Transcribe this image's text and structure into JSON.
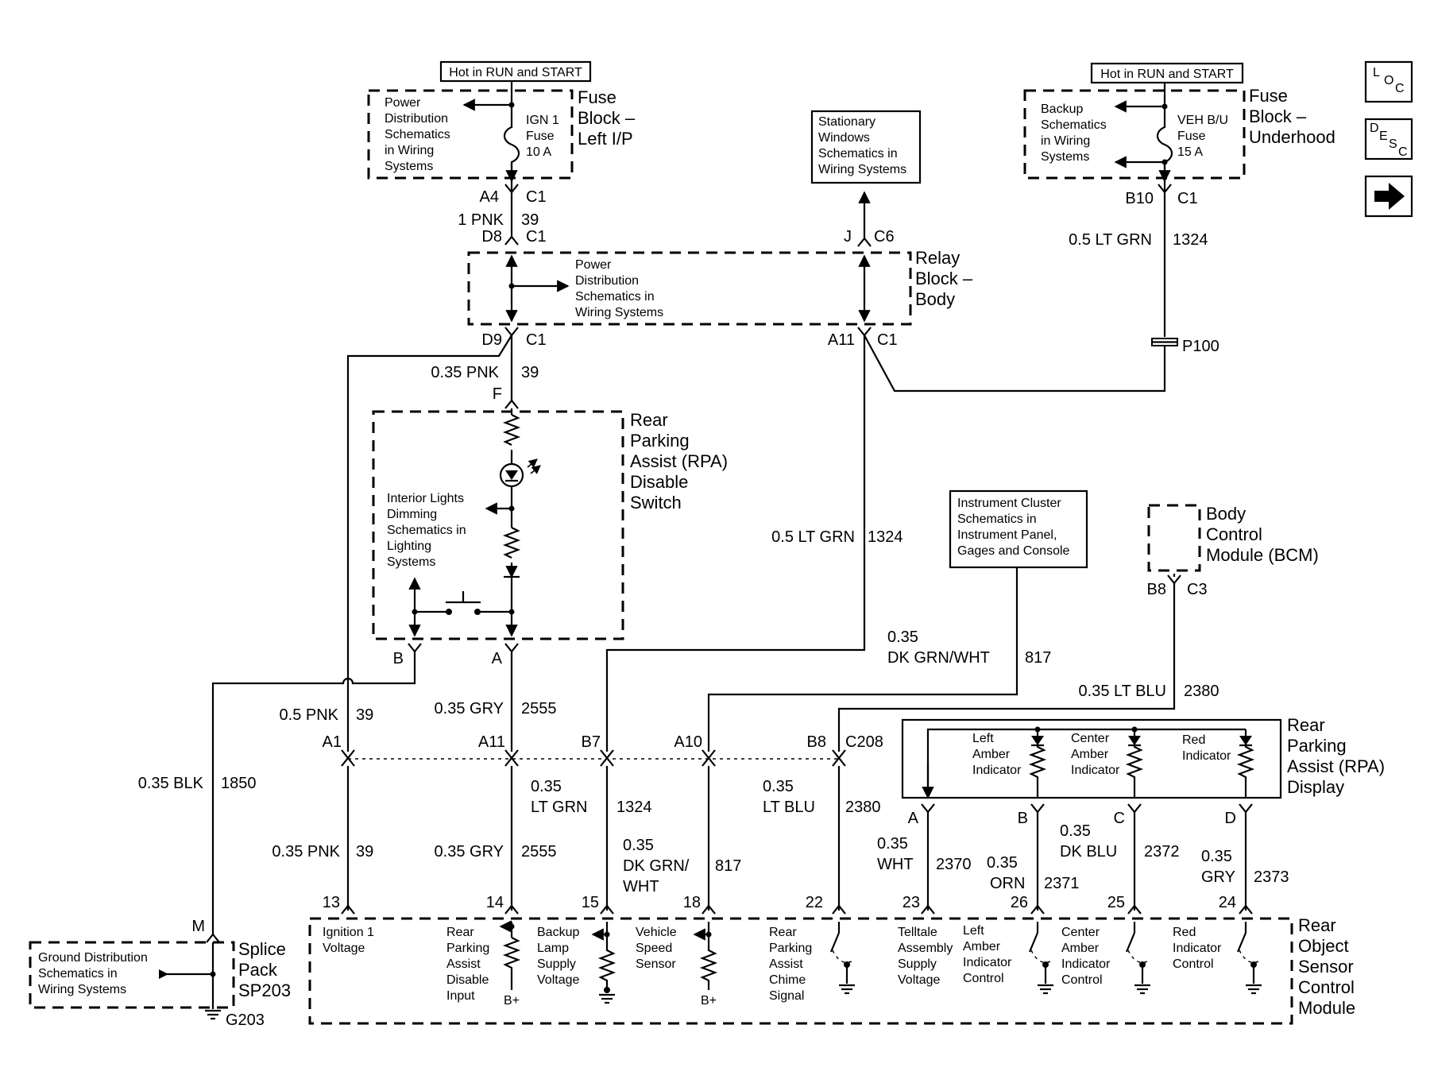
{
  "labels": {
    "hot1": "Hot in RUN and START",
    "hot2": "Hot in RUN and START",
    "fuse_lip_title": [
      "Fuse",
      "Block –",
      "Left I/P"
    ],
    "fuse_uh_title": [
      "Fuse",
      "Block –",
      "Underhood"
    ],
    "relay_title": [
      "Relay",
      "Block –",
      "Body"
    ],
    "rpa_switch_title": [
      "Rear",
      "Parking",
      "Assist (RPA)",
      "Disable",
      "Switch"
    ],
    "bcm_title": [
      "Body",
      "Control",
      "Module (BCM)"
    ],
    "rpa_display_title": [
      "Rear",
      "Parking",
      "Assist (RPA)",
      "Display"
    ],
    "rosm_title": [
      "Rear",
      "Object",
      "Sensor",
      "Control",
      "Module"
    ],
    "splice_title": [
      "Splice",
      "Pack",
      "SP203"
    ],
    "g203": "G203",
    "p100": "P100",
    "c208": "C208"
  },
  "refs": {
    "pd1": [
      "Power",
      "Distribution",
      "Schematics",
      "in Wiring",
      "Systems"
    ],
    "ign_fuse": [
      "IGN 1",
      "Fuse",
      "10 A"
    ],
    "backup": [
      "Backup",
      "Schematics",
      "in Wiring",
      "Systems"
    ],
    "veh_fuse": [
      "VEH B/U",
      "Fuse",
      "15 A"
    ],
    "stationary": [
      "Stationary",
      "Windows",
      "Schematics in",
      "Wiring Systems"
    ],
    "pd_relay": [
      "Power",
      "Distribution",
      "Schematics in",
      "Wiring Systems"
    ],
    "interior": [
      "Interior Lights",
      "Dimming",
      "Schematics in",
      "Lighting",
      "Systems"
    ],
    "cluster": [
      "Instrument Cluster",
      "Schematics in",
      "Instrument Panel,",
      "Gages and Console"
    ],
    "ground": [
      "Ground Distribution",
      "Schematics in",
      "Wiring Systems"
    ]
  },
  "display_indicators": [
    [
      "Left",
      "Amber",
      "Indicator"
    ],
    [
      "Center",
      "Amber",
      "Indicator"
    ],
    [
      "Red",
      "Indicator"
    ]
  ],
  "module_pins": {
    "p13": [
      "Ignition 1",
      "Voltage"
    ],
    "p14": [
      "Rear",
      "Parking",
      "Assist",
      "Disable",
      "Input"
    ],
    "p15": [
      "Backup",
      "Lamp",
      "Supply",
      "Voltage"
    ],
    "p18": [
      "Vehicle",
      "Speed",
      "Sensor"
    ],
    "p22": [
      "Rear",
      "Parking",
      "Assist",
      "Chime",
      "Signal"
    ],
    "p23": [
      "Telltale",
      "Assembly",
      "Supply",
      "Voltage"
    ],
    "p26": [
      "Left",
      "Amber",
      "Indicator",
      "Control"
    ],
    "p25": [
      "Center",
      "Amber",
      "Indicator",
      "Control"
    ],
    "p24": [
      "Red",
      "Indicator",
      "Control"
    ],
    "bplus": "B+"
  },
  "connectors": {
    "a4": "A4",
    "c1a": "C1",
    "d8": "D8",
    "c1b": "C1",
    "b10": "B10",
    "c1c": "C1",
    "j": "J",
    "c6": "C6",
    "d9": "D9",
    "c1d": "C1",
    "a11r": "A11",
    "c1e": "C1",
    "f": "F",
    "b": "B",
    "a": "A",
    "b8bcm": "B8",
    "c3": "C3",
    "a1": "A1",
    "a11": "A11",
    "b7": "B7",
    "a10": "A10",
    "b8": "B8",
    "m": "M",
    "n13": "13",
    "n14": "14",
    "n15": "15",
    "n18": "18",
    "n22": "22",
    "n23": "23",
    "n26": "26",
    "n25": "25",
    "n24": "24",
    "da": "A",
    "db": "B",
    "dc": "C",
    "dd": "D"
  },
  "wires": {
    "pnk1": "1 PNK",
    "c39a": "39",
    "ltgrn1": "0.5 LT GRN",
    "c1324a": "1324",
    "pnk035a": "0.35 PNK",
    "c39b": "39",
    "ltgrn2": "0.5 LT GRN",
    "c1324b": "1324",
    "dkgrnwht1a": "0.35",
    "dkgrnwht1b": "DK GRN/WHT",
    "c817a": "817",
    "ltblu1": "0.35 LT BLU",
    "c2380a": "2380",
    "pnk05": "0.5 PNK",
    "c39c": "39",
    "gry1": "0.35 GRY",
    "c2555a": "2555",
    "blk": "0.35 BLK",
    "c1850": "1850",
    "ltgrn3a": "0.35",
    "ltgrn3b": "LT GRN",
    "c1324c": "1324",
    "ltblu2a": "0.35",
    "ltblu2b": "LT BLU",
    "c2380b": "2380",
    "pnk035b": "0.35 PNK",
    "c39d": "39",
    "gry2": "0.35 GRY",
    "c2555b": "2555",
    "dkgrn2a": "0.35",
    "dkgrn2b": "DK GRN/",
    "dkgrn2c": "WHT",
    "c817b": "817",
    "whta": "0.35",
    "whtb": "WHT",
    "c2370": "2370",
    "orna": "0.35",
    "ornb": "ORN",
    "c2371": "2371",
    "dkblua": "0.35",
    "dkblub": "DK BLU",
    "c2372": "2372",
    "grya": "0.35",
    "gryb": "GRY",
    "c2373": "2373"
  },
  "nav": {
    "loc": [
      "L",
      "O",
      "C"
    ],
    "desc": [
      "D",
      "E",
      "S",
      "C"
    ],
    "next_icon": "arrow-right-icon"
  }
}
